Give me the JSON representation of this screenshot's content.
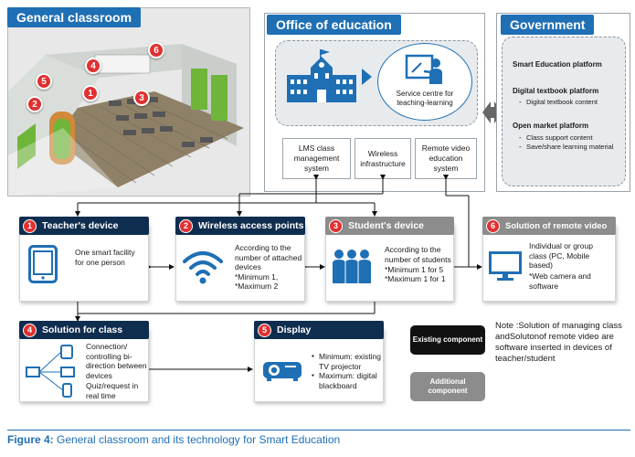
{
  "classroom": {
    "title": "General classroom",
    "markers": [
      "1",
      "2",
      "3",
      "4",
      "5",
      "6"
    ]
  },
  "office": {
    "title": "Office of education",
    "service_centre": "Service centre for teaching-learning",
    "systems": [
      "LMS class management system",
      "Wireless infrastructure",
      "Remote video education system"
    ]
  },
  "government": {
    "title": "Government",
    "items": [
      {
        "heading": "Smart Education platform",
        "subs": []
      },
      {
        "heading": "Digital textbook platform",
        "subs": [
          "Digital textbook content"
        ]
      },
      {
        "heading": "Open market platform",
        "subs": [
          "Class support content",
          "Save/share learning material"
        ]
      }
    ]
  },
  "components": {
    "teacher": {
      "num": "1",
      "title": "Teacher's device",
      "text": "One smart facility for one person"
    },
    "wireless": {
      "num": "2",
      "title": "Wireless access points",
      "text": "According to the number of attached devices",
      "bullets": [
        "*Minimum 1,",
        "*Maximum 2"
      ]
    },
    "student": {
      "num": "3",
      "title": "Student's device",
      "text": "According to the number of students",
      "bullets": [
        "*Minimum 1 for 5",
        "*Maximum 1 for 1"
      ]
    },
    "solution": {
      "num": "4",
      "title": "Solution for class",
      "text1": "Connection/ controlling bi-direction between devices",
      "text2": "Quiz/request in real time"
    },
    "display": {
      "num": "5",
      "title": "Display",
      "bullets": [
        "Minimum: existing TV projector",
        "Maximum: digital blackboard"
      ]
    },
    "remote": {
      "num": "6",
      "title": "Solution of remote video",
      "text": "Individual or group class (PC, Mobile based)",
      "note": "*Web camera and software"
    }
  },
  "legend": {
    "existing": "Existing component",
    "additional": "Additional component",
    "note": "Note :Solution of managing class andSolutonof remote video are software inserted in devices of teacher/student"
  },
  "caption": {
    "label": "Figure 4:",
    "text": " General classroom and its technology for Smart Education"
  },
  "colors": {
    "accent_blue": "#1f6fb5",
    "navy": "#0f2d4f",
    "grey": "#8c8c8c",
    "marker_red": "#e03030"
  }
}
